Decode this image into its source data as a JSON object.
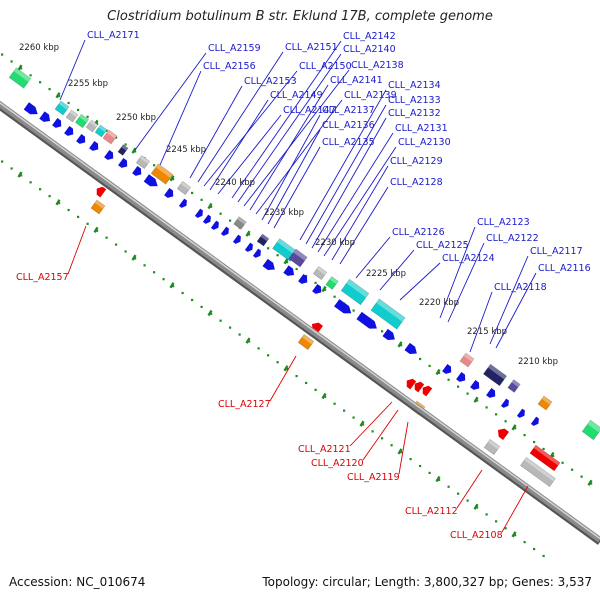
{
  "title": "Clostridium botulinum B str. Eklund 17B, complete genome",
  "footer": {
    "accession": "Accession: NC_010674",
    "summary": "Topology: circular; Length: 3,800,327 bp; Genes: 3,537"
  },
  "kbp_labels": [
    "2260 kbp",
    "2255 kbp",
    "2250 kbp",
    "2245 kbp",
    "2240 kbp",
    "2235 kbp",
    "2230 kbp",
    "2225 kbp",
    "2220 kbp",
    "2215 kbp",
    "2210 kbp"
  ],
  "forward_gene_labels": [
    "CLL_A2171",
    "CLL_A2159",
    "CLL_A2156",
    "CLL_A2153",
    "CLL_A2151",
    "CLL_A2150",
    "CLL_A2149",
    "CLL_A2147",
    "CLL_A2142",
    "CLL_A2140",
    "CLL_A2138",
    "CLL_A2141",
    "CLL_A2139",
    "CLL_A2137",
    "CLL_A2136",
    "CLL_A2135",
    "CLL_A2134",
    "CLL_A2133",
    "CLL_A2132",
    "CLL_A2131",
    "CLL_A2130",
    "CLL_A2129",
    "CLL_A2128",
    "CLL_A2126",
    "CLL_A2125",
    "CLL_A2124",
    "CLL_A2123",
    "CLL_A2122",
    "CLL_A2117",
    "CLL_A2116",
    "CLL_A2118"
  ],
  "reverse_gene_labels": [
    "CLL_A2157",
    "CLL_A2127",
    "CLL_A2121",
    "CLL_A2120",
    "CLL_A2119",
    "CLL_A2112",
    "CLL_A2108"
  ],
  "colors": {
    "forward_label": "#1a1acc",
    "reverse_label": "#dd0000",
    "backbone": "#8a8a8a",
    "ruler": "#1e8c1e",
    "gene_blue": "#1010e0",
    "gene_red": "#ee0000",
    "gene_orange": "#ee8800",
    "gene_cyan": "#10cccc",
    "gene_green": "#20dd70",
    "gene_navy": "#222266",
    "gene_purple": "#5a4a9e",
    "gene_pink": "#e88888",
    "gene_gray": "#b8b8b8"
  }
}
